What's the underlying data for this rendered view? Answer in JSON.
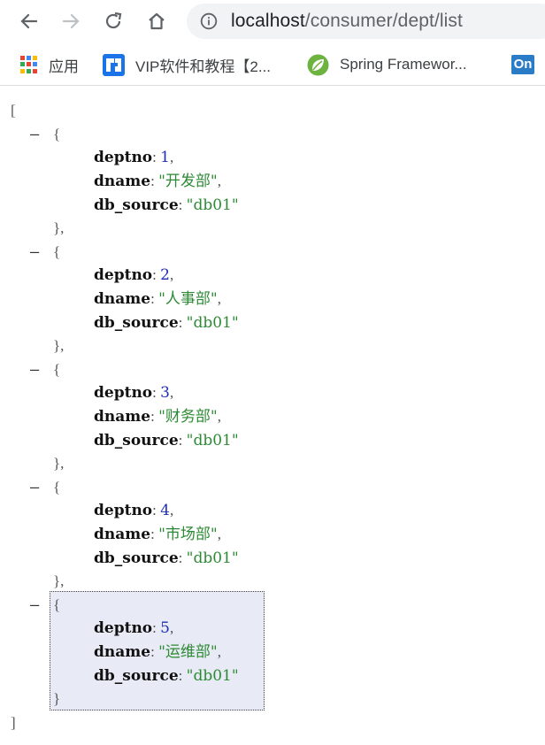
{
  "browser": {
    "url_host": "localhost",
    "url_path": "/consumer/dept/list"
  },
  "bookmarks": [
    {
      "label": "应用",
      "icon": "apps-grid-icon"
    },
    {
      "label": "VIP软件和教程【2...",
      "icon": "bookmark-vip-icon"
    },
    {
      "label": "Spring Framewor...",
      "icon": "spring-leaf-icon"
    },
    {
      "label": "On",
      "icon": "on-badge-icon"
    }
  ],
  "json": {
    "open_bracket": "[",
    "close_bracket": "]",
    "collapse_glyph": "–",
    "open_brace": "{",
    "close_brace": "},",
    "last_close_brace": "}",
    "items": [
      {
        "deptno": "1",
        "dname": "\"开发部\"",
        "db_source": "\"db01\""
      },
      {
        "deptno": "2",
        "dname": "\"人事部\"",
        "db_source": "\"db01\""
      },
      {
        "deptno": "3",
        "dname": "\"财务部\"",
        "db_source": "\"db01\""
      },
      {
        "deptno": "4",
        "dname": "\"市场部\"",
        "db_source": "\"db01\""
      },
      {
        "deptno": "5",
        "dname": "\"运维部\"",
        "db_source": "\"db01\""
      }
    ],
    "key_deptno": "deptno",
    "key_dname": "dname",
    "key_db_source": "db_source"
  },
  "colors": {
    "key": "#111111",
    "number": "#1f2fb5",
    "string": "#2d8a34",
    "highlight": "#e8ebf5"
  }
}
